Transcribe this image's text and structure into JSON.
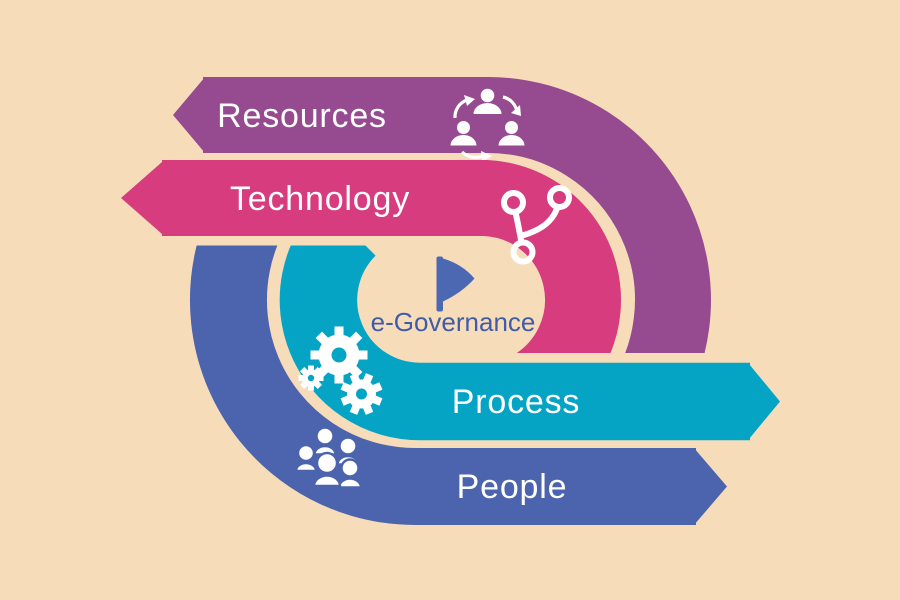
{
  "colors": {
    "background": "#f7dcba",
    "label_text": "#ffffff",
    "flag": "#4c68b2",
    "center_text": "#3f5ca9",
    "icon": "#ffffff"
  },
  "center": {
    "label": "e-Governance",
    "icon": "flag-icon"
  },
  "bands": [
    {
      "label": "Resources",
      "color": "#964a90",
      "points": "left",
      "icon": "team-sync-icon"
    },
    {
      "label": "Technology",
      "color": "#d63c7e",
      "points": "left",
      "icon": "git-branch-icon"
    },
    {
      "label": "Process",
      "color": "#06a4c4",
      "points": "right",
      "icon": "gears-icon"
    },
    {
      "label": "People",
      "color": "#4b64ad",
      "points": "right",
      "icon": "people-group-icon"
    }
  ]
}
